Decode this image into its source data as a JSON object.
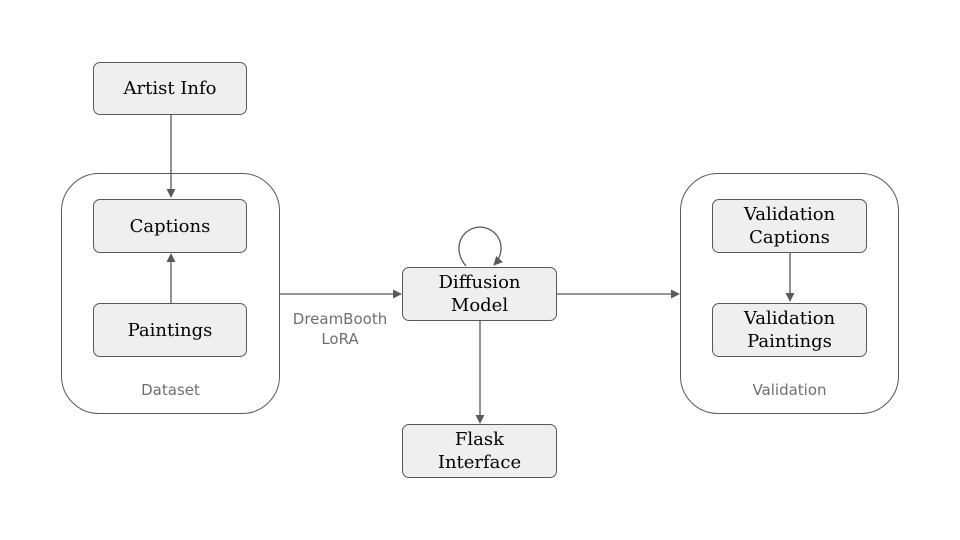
{
  "nodes": {
    "artist_info": "Artist Info",
    "captions": "Captions",
    "paintings": "Paintings",
    "diffusion_model": [
      "Diffusion",
      "Model"
    ],
    "flask_interface": [
      "Flask",
      "Interface"
    ],
    "validation_captions": [
      "Validation",
      "Captions"
    ],
    "validation_paintings": [
      "Validation",
      "Paintings"
    ]
  },
  "groups": {
    "dataset": "Dataset",
    "validation": "Validation"
  },
  "edge_labels": {
    "training": [
      "DreamBooth",
      "LoRA"
    ]
  }
}
